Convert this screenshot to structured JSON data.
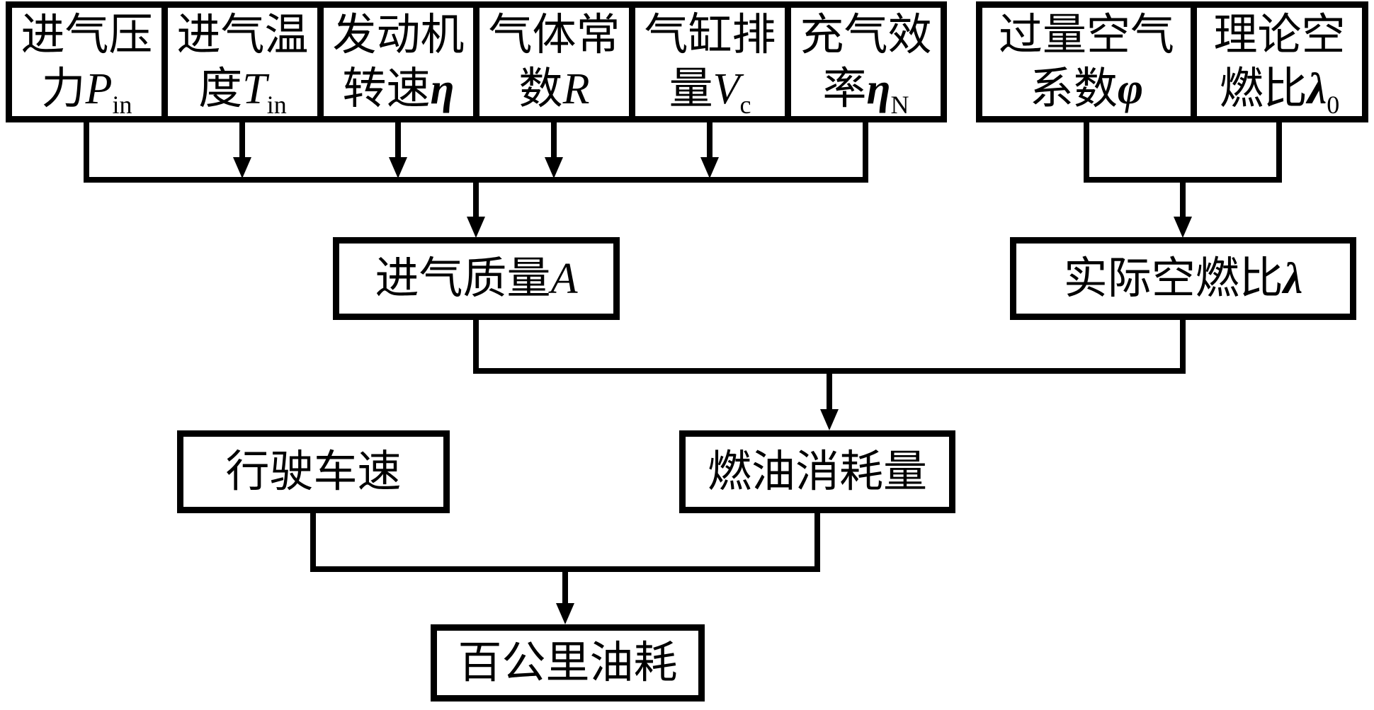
{
  "colors": {
    "line": "#000000",
    "background": "#ffffff",
    "box_fill": "#ffffff"
  },
  "top_inputs": [
    {
      "text": "进气压力",
      "symbol": "P",
      "sub": "in"
    },
    {
      "text": "进气温度",
      "symbol": "T",
      "sub": "in"
    },
    {
      "text": "发动机转速",
      "symbol": "η",
      "sub": ""
    },
    {
      "text": "气体常数",
      "symbol": "R",
      "sub": ""
    },
    {
      "text": "气缸排量",
      "symbol": "V",
      "sub": "c"
    },
    {
      "text": "充气效率",
      "symbol": "η",
      "sub": "N"
    }
  ],
  "right_inputs": [
    {
      "text": "过量空气系数",
      "symbol": "φ",
      "sub": ""
    },
    {
      "text": "理论空燃比",
      "symbol": "λ",
      "sub": "0"
    }
  ],
  "nodes": {
    "intake_mass": {
      "text": "进气质量",
      "symbol": "A",
      "sub": ""
    },
    "actual_afr": {
      "text": "实际空燃比",
      "symbol": "λ",
      "sub": ""
    },
    "vehicle_speed": {
      "text": "行驶车速",
      "symbol": "",
      "sub": ""
    },
    "fuel_consumption": {
      "text": "燃油消耗量",
      "symbol": "",
      "sub": ""
    },
    "fuel_per_100km": {
      "text": "百公里油耗",
      "symbol": "",
      "sub": ""
    }
  }
}
